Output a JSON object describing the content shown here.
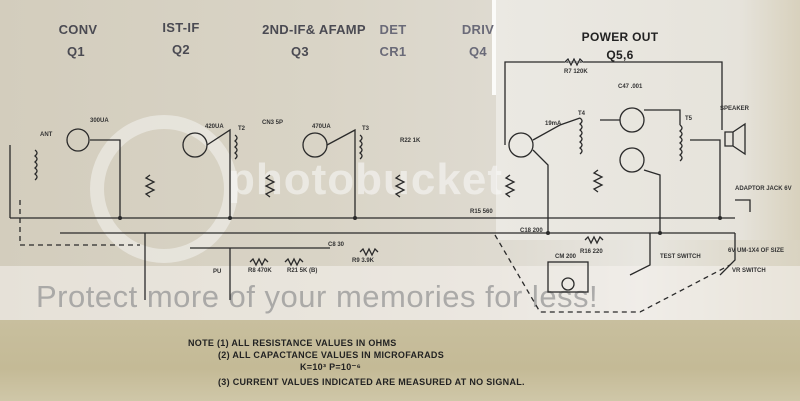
{
  "stages": [
    {
      "name": "CONV",
      "ref": "Q1"
    },
    {
      "name": "IST-IF",
      "ref": "Q2"
    },
    {
      "name": "2ND-IF& AFAMP",
      "ref": "Q3"
    },
    {
      "name": "DET",
      "ref": "CR1"
    },
    {
      "name": "DRIV",
      "ref": "Q4"
    },
    {
      "name": "POWER OUT",
      "ref": "Q5,6"
    }
  ],
  "components": {
    "r7": "R7 120K",
    "c47": "C47 .001",
    "speaker": "SPEAKER",
    "t2": "T2",
    "t3": "T3",
    "t4": "T4",
    "t5": "T5",
    "ant": "ANT",
    "i1": "300UA",
    "i2": "420UA",
    "i3": "470UA",
    "i4": "19mA",
    "r22": "R22 1K",
    "c8": "C8 30",
    "r9": "R9 3.9K",
    "r8": "R8 470K",
    "r21": "R21 5K (B)",
    "pu": "PU",
    "r16": "R16 220",
    "c18": "C18 200",
    "cm": "CM 200",
    "test": "TEST SWITCH",
    "adaptor": "ADAPTOR JACK 6V",
    "battery": "6V UM-1X4 OF SIZE",
    "vr": "VR SWITCH",
    "r15": "R15 560",
    "cn3": "CN3 5P"
  },
  "notes": [
    "NOTE (1) ALL RESISTANCE VALUES IN OHMS",
    "(2) ALL CAPACTANCE VALUES IN MICROFARADS",
    "K=10³   P=10⁻⁶",
    "(3) CURRENT VALUES INDICATED ARE MEASURED AT NO SIGNAL."
  ],
  "watermark": {
    "logo": "photobucket",
    "banner": "Protect more of your memories for less!"
  }
}
